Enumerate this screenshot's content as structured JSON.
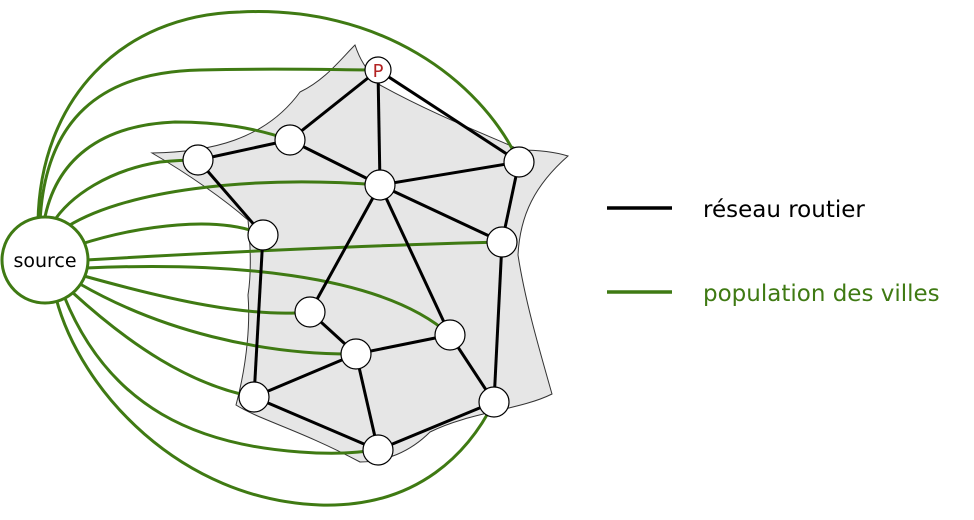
{
  "source_node": {
    "label": "source"
  },
  "target_node": {
    "label": "P"
  },
  "legend": {
    "items": [
      {
        "label": "réseau routier",
        "color": "#000000"
      },
      {
        "label": "population des villes",
        "color": "#3f7a13"
      }
    ]
  },
  "colors": {
    "country_fill": "#e6e6e6",
    "country_stroke": "#333333",
    "road": "#000000",
    "population": "#3f7a13",
    "target_label": "#b22222"
  }
}
